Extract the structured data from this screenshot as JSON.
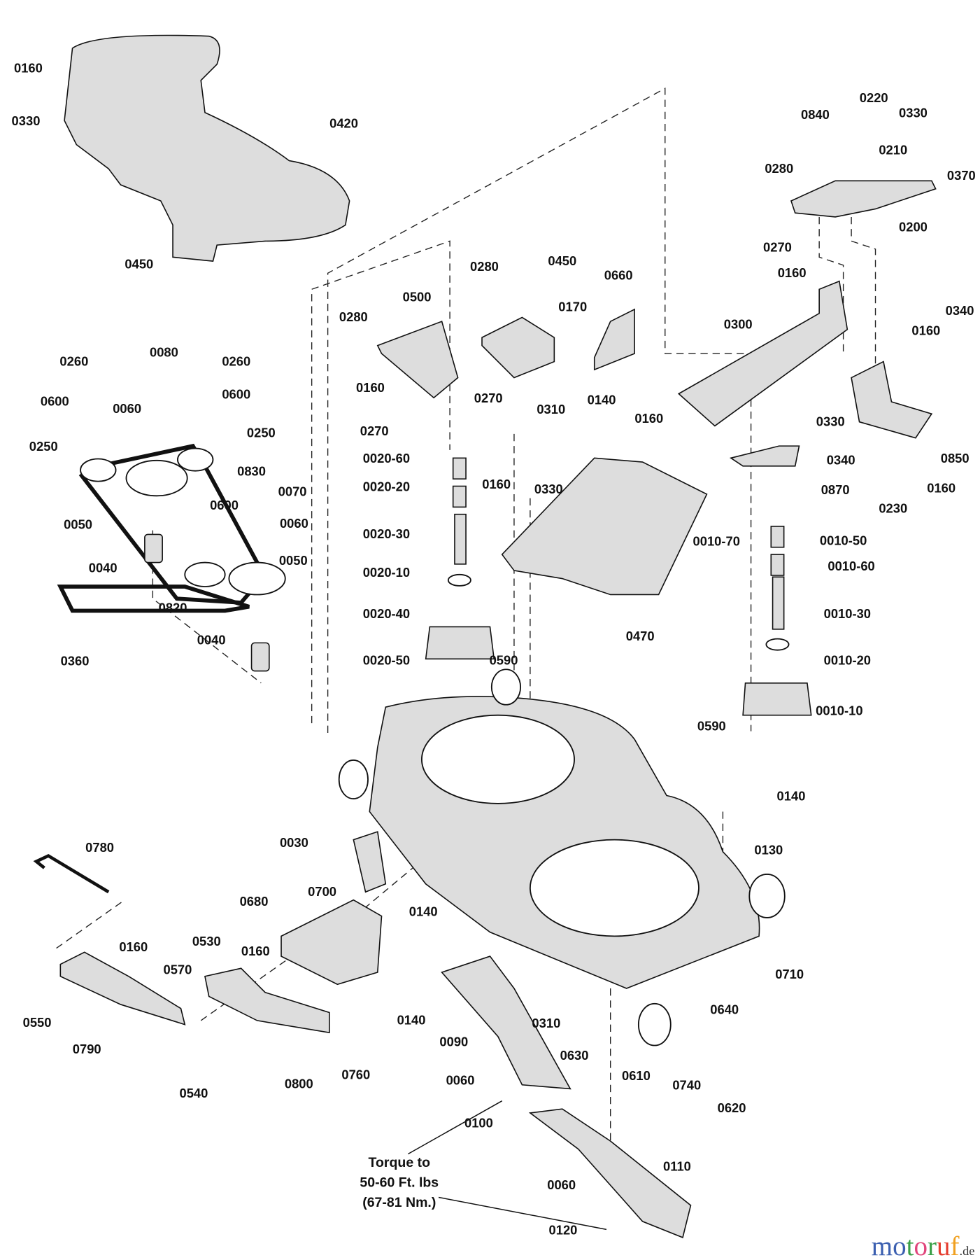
{
  "labels": [
    "0160",
    "0330",
    "0420",
    "0450",
    "0260",
    "0080",
    "0260",
    "0600",
    "0060",
    "0600",
    "0250",
    "0250",
    "0830",
    "0070",
    "0600",
    "0060",
    "0050",
    "0050",
    "0040",
    "0820",
    "0040",
    "0360",
    "0280",
    "0500",
    "0160",
    "0270",
    "0280",
    "0450",
    "0170",
    "0660",
    "0270",
    "0310",
    "0140",
    "0020-60",
    "0020-20",
    "0020-30",
    "0020-10",
    "0020-40",
    "0020-50",
    "0590",
    "0160",
    "0330",
    "0470",
    "0840",
    "0220",
    "0330",
    "0210",
    "0370",
    "0280",
    "0200",
    "0270",
    "0160",
    "0300",
    "0340",
    "0160",
    "0160",
    "0330",
    "0340",
    "0850",
    "0870",
    "0230",
    "0160",
    "0010-70",
    "0010-50",
    "0010-60",
    "0010-30",
    "0010-20",
    "0010-10",
    "0590",
    "0140",
    "0130",
    "0710",
    "0780",
    "0030",
    "0700",
    "0140",
    "0680",
    "0160",
    "0530",
    "0160",
    "0570",
    "0550",
    "0790",
    "0540",
    "0800",
    "0760",
    "0140",
    "0310",
    "0090",
    "0630",
    "0060",
    "0100",
    "0610",
    "0640",
    "0740",
    "0620",
    "0110",
    "0060",
    "0120"
  ],
  "torque_note": [
    "Torque to",
    "50-60 Ft. lbs",
    "(67-81 Nm.)"
  ],
  "watermark": {
    "text": "motoruf",
    "suffix": ".de",
    "colors": [
      "#3b5fb0",
      "#3b5fb0",
      "#3aa048",
      "#e0457b",
      "#3aa048",
      "#e53d2f",
      "#f0a020",
      "#f3c21a"
    ]
  }
}
